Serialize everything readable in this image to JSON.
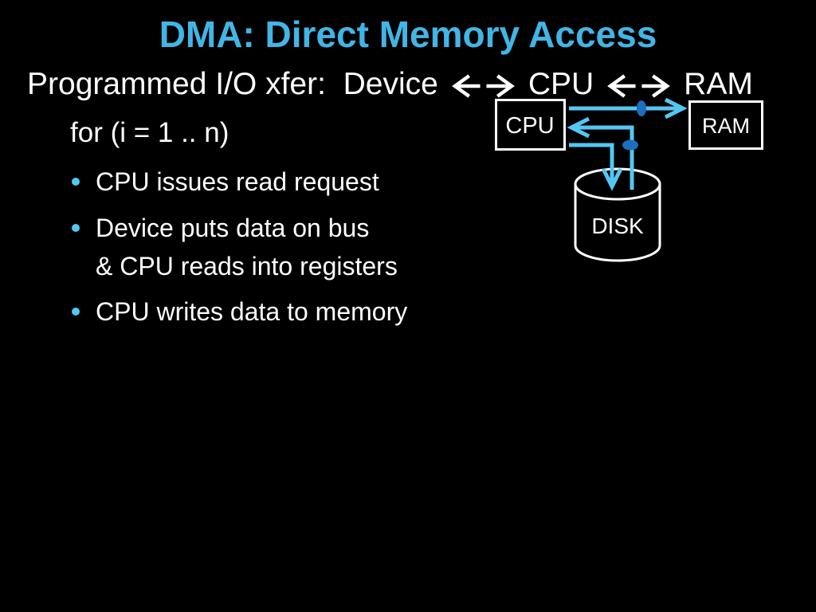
{
  "slide": {
    "title": "DMA: Direct Memory Access",
    "subtitle": {
      "prefix": "Programmed I/O xfer:  Device",
      "mid": "CPU",
      "suffix": "RAM"
    },
    "body": {
      "for_line": "for (i = 1 .. n)",
      "bullets": [
        {
          "lines": [
            "CPU issues read request"
          ]
        },
        {
          "lines": [
            "Device puts data on bus",
            "& CPU reads into registers"
          ]
        },
        {
          "lines": [
            "CPU writes data to memory"
          ]
        }
      ]
    },
    "diagram": {
      "cpu_label": "CPU",
      "ram_label": "RAM",
      "disk_label": "DISK",
      "icons": {
        "heading_arrows": "left-right-arrow-pair",
        "bus_taps": "bus-tap-node"
      }
    },
    "colors": {
      "background": "#000000",
      "title": "#41b6e6",
      "text": "#ffffff",
      "bullet_dot": "#4ec9f5",
      "bus_arrow": "#55c6f2",
      "bus_node": "#1c6fbe"
    }
  }
}
